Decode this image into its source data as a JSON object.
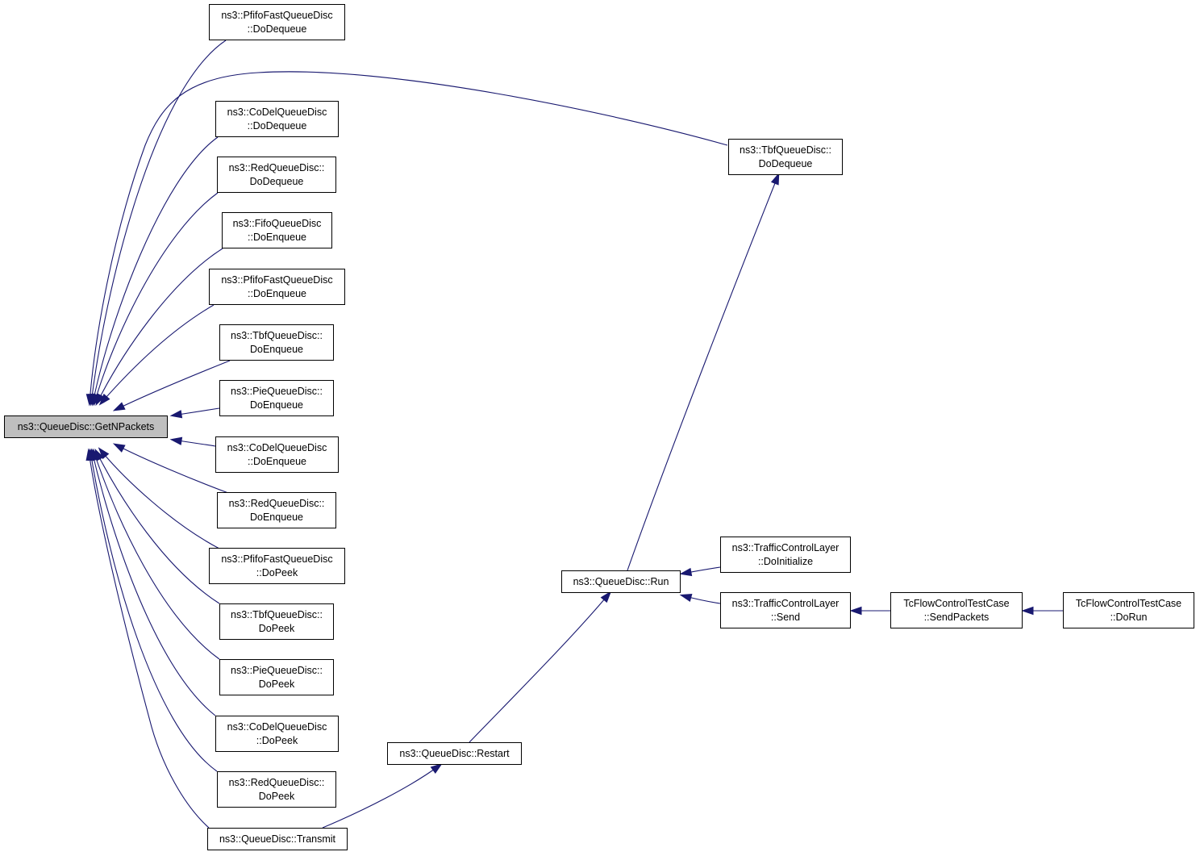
{
  "colors": {
    "edge": "#191970",
    "node_border": "#000000",
    "node_fill": "#ffffff",
    "focus_fill": "#bfbfbf"
  },
  "nodes": [
    {
      "id": "getnpackets",
      "lines": [
        "ns3::QueueDisc::GetNPackets"
      ],
      "focus": true
    },
    {
      "id": "pfifo-dodequeue",
      "lines": [
        "ns3::PfifoFastQueueDisc",
        "::DoDequeue"
      ]
    },
    {
      "id": "codel-dodequeue",
      "lines": [
        "ns3::CoDelQueueDisc",
        "::DoDequeue"
      ]
    },
    {
      "id": "red-dodequeue",
      "lines": [
        "ns3::RedQueueDisc::",
        "DoDequeue"
      ]
    },
    {
      "id": "fifo-doenqueue",
      "lines": [
        "ns3::FifoQueueDisc",
        "::DoEnqueue"
      ]
    },
    {
      "id": "pfifo-doenqueue",
      "lines": [
        "ns3::PfifoFastQueueDisc",
        "::DoEnqueue"
      ]
    },
    {
      "id": "tbf-doenqueue",
      "lines": [
        "ns3::TbfQueueDisc::",
        "DoEnqueue"
      ]
    },
    {
      "id": "pie-doenqueue",
      "lines": [
        "ns3::PieQueueDisc::",
        "DoEnqueue"
      ]
    },
    {
      "id": "codel-doenqueue",
      "lines": [
        "ns3::CoDelQueueDisc",
        "::DoEnqueue"
      ]
    },
    {
      "id": "red-doenqueue",
      "lines": [
        "ns3::RedQueueDisc::",
        "DoEnqueue"
      ]
    },
    {
      "id": "pfifo-dopeek",
      "lines": [
        "ns3::PfifoFastQueueDisc",
        "::DoPeek"
      ]
    },
    {
      "id": "tbf-dopeek",
      "lines": [
        "ns3::TbfQueueDisc::",
        "DoPeek"
      ]
    },
    {
      "id": "pie-dopeek",
      "lines": [
        "ns3::PieQueueDisc::",
        "DoPeek"
      ]
    },
    {
      "id": "codel-dopeek",
      "lines": [
        "ns3::CoDelQueueDisc",
        "::DoPeek"
      ]
    },
    {
      "id": "red-dopeek",
      "lines": [
        "ns3::RedQueueDisc::",
        "DoPeek"
      ]
    },
    {
      "id": "transmit",
      "lines": [
        "ns3::QueueDisc::Transmit"
      ]
    },
    {
      "id": "tbf-dodequeue",
      "lines": [
        "ns3::TbfQueueDisc::",
        "DoDequeue"
      ]
    },
    {
      "id": "restart",
      "lines": [
        "ns3::QueueDisc::Restart"
      ]
    },
    {
      "id": "run",
      "lines": [
        "ns3::QueueDisc::Run"
      ]
    },
    {
      "id": "tcl-doinitialize",
      "lines": [
        "ns3::TrafficControlLayer",
        "::DoInitialize"
      ]
    },
    {
      "id": "tcl-send",
      "lines": [
        "ns3::TrafficControlLayer",
        "::Send"
      ]
    },
    {
      "id": "tc-sendpackets",
      "lines": [
        "TcFlowControlTestCase",
        "::SendPackets"
      ]
    },
    {
      "id": "tc-dorun",
      "lines": [
        "TcFlowControlTestCase",
        "::DoRun"
      ]
    }
  ],
  "edges": [
    {
      "from": "pfifo-dodequeue",
      "to": "getnpackets"
    },
    {
      "from": "tbf-dodequeue",
      "to": "getnpackets"
    },
    {
      "from": "codel-dodequeue",
      "to": "getnpackets"
    },
    {
      "from": "red-dodequeue",
      "to": "getnpackets"
    },
    {
      "from": "fifo-doenqueue",
      "to": "getnpackets"
    },
    {
      "from": "pfifo-doenqueue",
      "to": "getnpackets"
    },
    {
      "from": "tbf-doenqueue",
      "to": "getnpackets"
    },
    {
      "from": "pie-doenqueue",
      "to": "getnpackets"
    },
    {
      "from": "codel-doenqueue",
      "to": "getnpackets"
    },
    {
      "from": "red-doenqueue",
      "to": "getnpackets"
    },
    {
      "from": "pfifo-dopeek",
      "to": "getnpackets"
    },
    {
      "from": "tbf-dopeek",
      "to": "getnpackets"
    },
    {
      "from": "pie-dopeek",
      "to": "getnpackets"
    },
    {
      "from": "codel-dopeek",
      "to": "getnpackets"
    },
    {
      "from": "red-dopeek",
      "to": "getnpackets"
    },
    {
      "from": "transmit",
      "to": "getnpackets"
    },
    {
      "from": "run",
      "to": "tbf-dodequeue"
    },
    {
      "from": "restart",
      "to": "run"
    },
    {
      "from": "transmit",
      "to": "restart"
    },
    {
      "from": "tcl-doinitialize",
      "to": "run"
    },
    {
      "from": "tcl-send",
      "to": "run"
    },
    {
      "from": "tc-sendpackets",
      "to": "tcl-send"
    },
    {
      "from": "tc-dorun",
      "to": "tc-sendpackets"
    }
  ]
}
